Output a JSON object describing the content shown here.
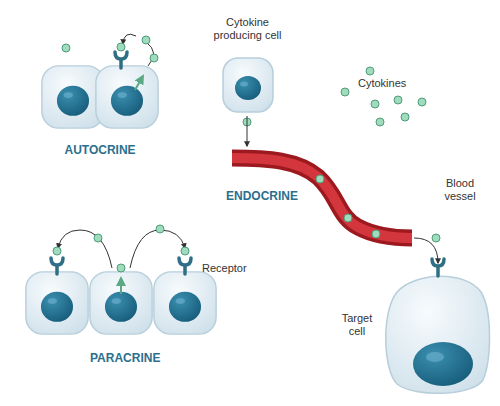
{
  "diagram": {
    "nodes": [
      {
        "text": [
          "Cytokine producing cell"
        ]
      },
      {
        "text": [
          "Blood vessel"
        ]
      },
      {
        "text": [
          "Target cell"
        ]
      }
    ],
    "edges": [
      {
        "from": 0,
        "to": 1,
        "arrow": "to"
      },
      {
        "from": 1,
        "to": 2,
        "arrow": "to"
      }
    ],
    "labels": [
      "AUTOCRINE",
      "Cytokines",
      "ENDOCRINE",
      "Receptor",
      "PARACRINE"
    ]
  }
}
